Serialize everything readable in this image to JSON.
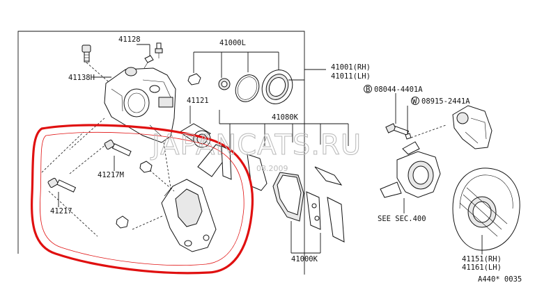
{
  "labels": {
    "p41128": "41128",
    "p41000L": "41000L",
    "p41138H": "41138H",
    "p41001": "41001(RH)",
    "p41011": "41011(LH)",
    "b08044": "08044-4401A",
    "b08044_mark": "B",
    "w08915": "08915-2441A",
    "w08915_mark": "W",
    "p41121": "41121",
    "p41080K": "41080K",
    "p41217M": "41217M",
    "p41217": "41217",
    "see_sec": "SEE SEC.400",
    "p41000K": "41000K",
    "p41151": "41151(RH)",
    "p41161": "41161(LH)",
    "ref_code": "A440* 0035"
  },
  "watermark": {
    "text": "JAPANCATS.RU",
    "date": "08.2009"
  },
  "colors": {
    "highlight": "#e01010",
    "ink": "#111111",
    "watermark": "#b8b8b8"
  }
}
